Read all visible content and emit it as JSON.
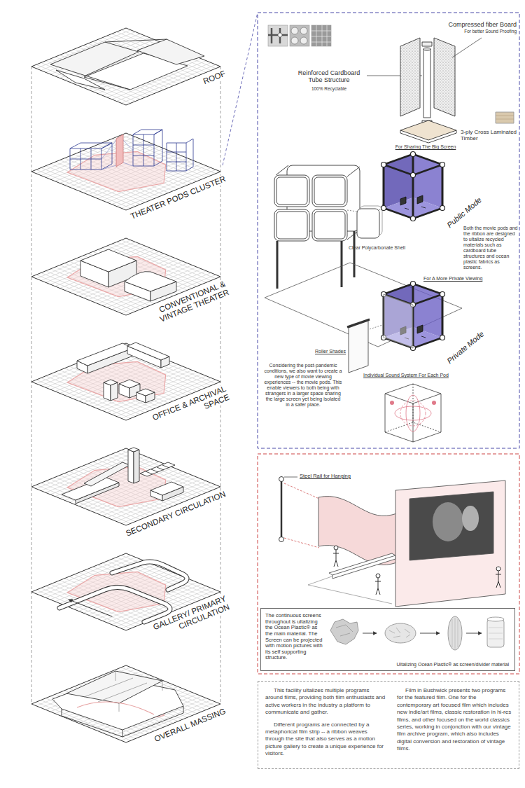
{
  "diagram": {
    "nodes": [
      {
        "text": [
          "The continuous screens throughout is ultalizing the Ocean Plastic® as the main material. The Screen can be projected with motion pictures with its self supporting structure.",
          "Ultalizing Ocean Plastic® as screen/divider material"
        ]
      },
      {
        "text": [
          "This facility ultalizes multiple programs around films, providing both film enthusiasts and active workers in the industry a platform to communicate and gather.",
          "Different programs are connected by a metaphorical film strip -- a ribbon weaves through the site that also serves as a motion picture gallery to create a unique experience for visitors.",
          "Film in Bushwick presents two programs for the featured film. One for the contemporary art focused film which includes new indie/art films, classic restoration in hi-res films, and other focused on the world classics series, working in conjonction with our vintage film archive program, which also includes digital conversion and restoration of vintage films."
        ]
      }
    ],
    "labels": [
      "ROOF",
      "THEATER PODS CLUSTER",
      "CONVENTIONAL & VINTAGE THEATER",
      "OFFICE & ARCHIVAL SPACE",
      "SECONDARY CIRCULATION",
      "GALLERY/ PRIMARY CIRCULATION",
      "OVERALL MASSING",
      "Compressed fiber Board",
      "For better Sound Proofing",
      "Reinforced Cardboard Tube Structure",
      "100% Recyclable",
      "3-ply Cross Laminated Timber",
      "For Sharing The Big Screen",
      "Public Mode",
      "Clear Polycarbonate Shell",
      "Both the movie pods and the ribbon are designed to ultalize recycled materials such as cardboard tube structures and ocean plastic fabrics as screens.",
      "For A More Private Viewing",
      "Private Mode",
      "Roller Shades",
      "Considering the post-pandemic conditions, we also want to create a new type of movie viewing experiences -- the movie pods. This enable viewers to both being with strangers in a larger space sharing the large screen yet being isolated in a safer place.",
      "Individual Sound System For Each Pod",
      "Steel Rail for Hanging"
    ]
  }
}
